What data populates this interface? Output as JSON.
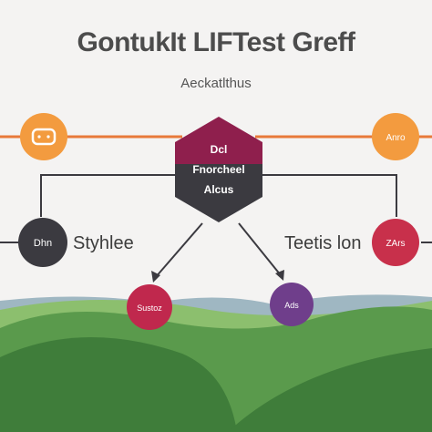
{
  "title": "GontukIt LIFTest Greff",
  "subtitle": "Aeckatlthus",
  "colors": {
    "background": "#f4f3f2",
    "orange": "#f39b3f",
    "orange_line": "#e8793a",
    "hexagon_top": "#8f1f4d",
    "hexagon_bottom": "#3b3a40",
    "dark_gray": "#3b3a40",
    "crimson": "#c8304b",
    "magenta": "#c0284d",
    "purple": "#6f3e8b",
    "line_gray": "#3b3a40",
    "hill_dark": "#3f7d3a",
    "hill_mid": "#5a9a4c",
    "hill_light": "#8cbf6e",
    "hill_back": "#9fb7c2"
  },
  "hexagon": {
    "line1": "Dcl",
    "line2": "Fnorcheel",
    "line3": "Alcus"
  },
  "nodes": {
    "top_left_icon": "chat-bubble-icon",
    "top_right_label": "Anro",
    "mid_left_label": "Dhn",
    "mid_right_label": "ZArs",
    "bottom_left_label": "Sustoz",
    "bottom_right_label": "Ads"
  },
  "side_labels": {
    "left": "Styhlee",
    "right": "Teetis lon"
  }
}
